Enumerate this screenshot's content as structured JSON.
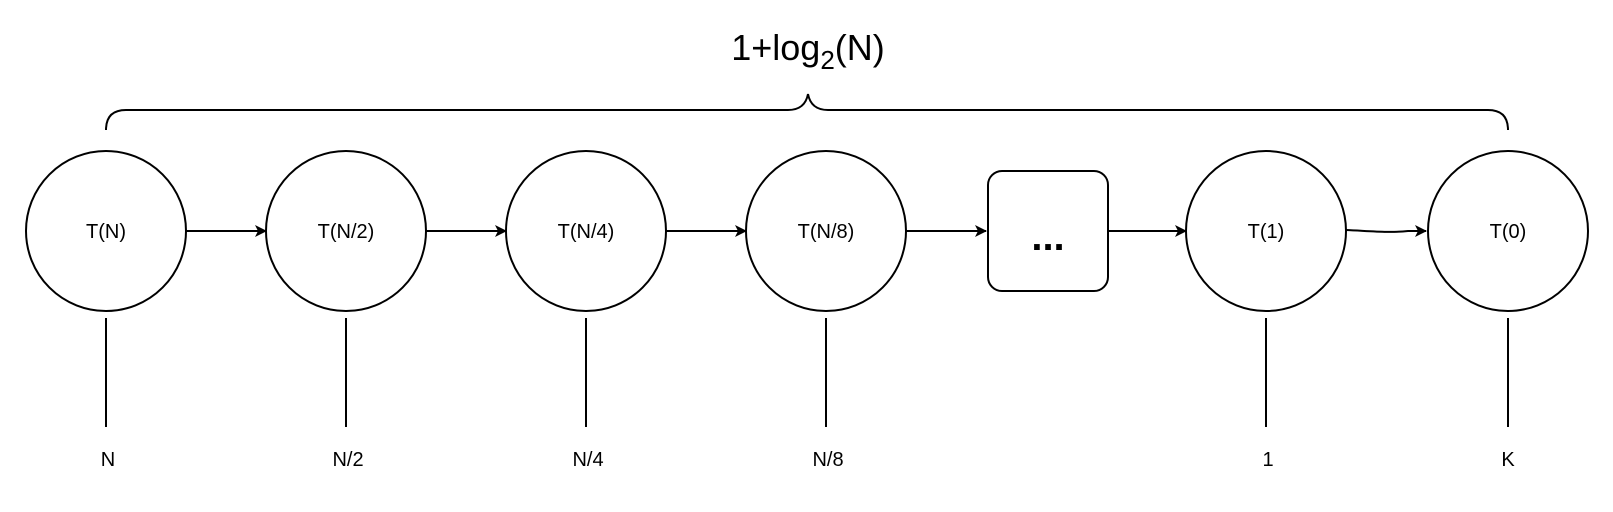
{
  "title": {
    "prefix": "1+log",
    "subscript": "2",
    "suffix": "(N)"
  },
  "nodes": [
    {
      "label": "T(N)",
      "bottom": "N"
    },
    {
      "label": "T(N/2)",
      "bottom": "N/2"
    },
    {
      "label": "T(N/4)",
      "bottom": "N/4"
    },
    {
      "label": "T(N/8)",
      "bottom": "N/8"
    },
    {
      "label": "...",
      "bottom": ""
    },
    {
      "label": "T(1)",
      "bottom": "1"
    },
    {
      "label": "T(0)",
      "bottom": "K"
    }
  ]
}
